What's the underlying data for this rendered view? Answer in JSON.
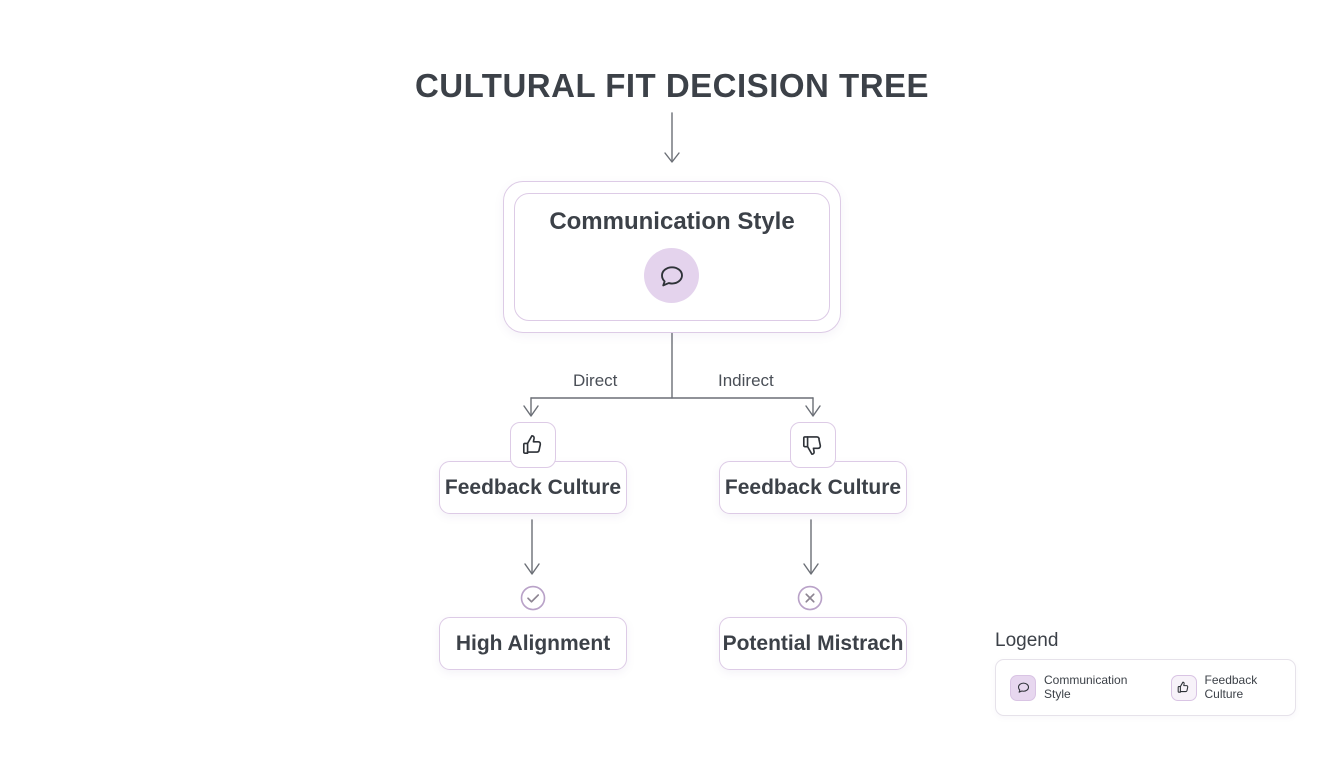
{
  "page": {
    "title": "CULTURAL FIT DECISION TREE",
    "background_color": "#ffffff",
    "accent_color": "#ddcbe6",
    "icon_fill_color": "#e4d3ed",
    "text_color": "#3c4148",
    "connector_color": "#6b6f76"
  },
  "root": {
    "label": "Communication Style",
    "icon": "speech-bubble-icon"
  },
  "branches": [
    {
      "label": "Direct"
    },
    {
      "label": "Indirect"
    }
  ],
  "nodes": {
    "mid_left": {
      "label": "Feedback Culture",
      "icon": "thumbs-up-icon"
    },
    "mid_right": {
      "label": "Feedback Culture",
      "icon": "thumbs-down-icon"
    },
    "leaf_left": {
      "label": "High Alignment",
      "badge": "check-circle-icon"
    },
    "leaf_right": {
      "label": "Potential Mistrach",
      "badge": "x-circle-icon"
    }
  },
  "legend": {
    "title": "Logend",
    "items": [
      {
        "label": "Communication Style",
        "icon": "speech-bubble-icon",
        "swatch_color": "#e7d7ef"
      },
      {
        "label": "Feedback Culture",
        "icon": "thumbs-up-icon",
        "swatch_color": "#f7f2f9"
      }
    ]
  }
}
